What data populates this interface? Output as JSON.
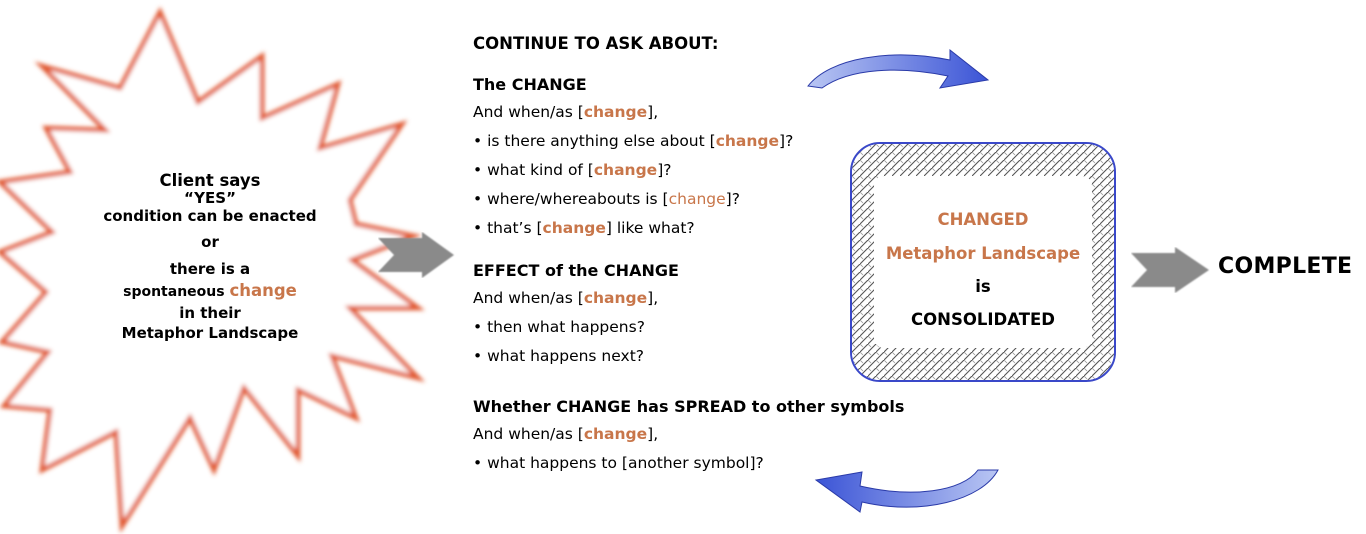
{
  "starburst": {
    "line1": "Client says",
    "line2": "“YES”",
    "line3": "condition can be enacted",
    "line4": "or",
    "line5": "there is a",
    "line6_prefix": "spontaneous ",
    "line6_accent": "change",
    "line7": "in their",
    "line8": "Metaphor Landscape"
  },
  "questions": {
    "title": "CONTINUE TO ASK ABOUT:",
    "change_section": {
      "heading": "The CHANGE",
      "lead_pre": "And when/as [",
      "lead_accent": "change",
      "lead_post": "],",
      "b1_pre": "• is there anything else about [",
      "b1_accent": "change",
      "b1_post": "]?",
      "b2_pre": "• what kind of [",
      "b2_accent": "change",
      "b2_post": "]?",
      "b3_pre": "• where/whereabouts is [",
      "b3_accent": "change",
      "b3_post": "]?",
      "b4_pre": "• that’s [",
      "b4_accent": "change",
      "b4_post": "] like what?"
    },
    "effect_section": {
      "heading": "EFFECT of the CHANGE",
      "lead_pre": "And when/as [",
      "lead_accent": "change",
      "lead_post": "],",
      "b1": "• then what happens?",
      "b2": "• what happens next?"
    },
    "spread_section": {
      "heading": "Whether CHANGE has SPREAD to other symbols",
      "lead_pre": "And when/as [",
      "lead_accent": "change",
      "lead_post": "],",
      "b1": "• what happens to [another symbol]?"
    }
  },
  "consolidated_box": {
    "line1": "CHANGED",
    "line2": "Metaphor Landscape",
    "line3": "is",
    "line4": "CONSOLIDATED"
  },
  "outcome": "COMPLETE",
  "colors": {
    "accent": "#c8764a",
    "star_outline": "#e0562f",
    "box_border": "#3a48c9",
    "arrow_gray": "#8a8a8a",
    "loop_arrow_light": "#aab8ee",
    "loop_arrow_dark": "#3b54d6"
  }
}
